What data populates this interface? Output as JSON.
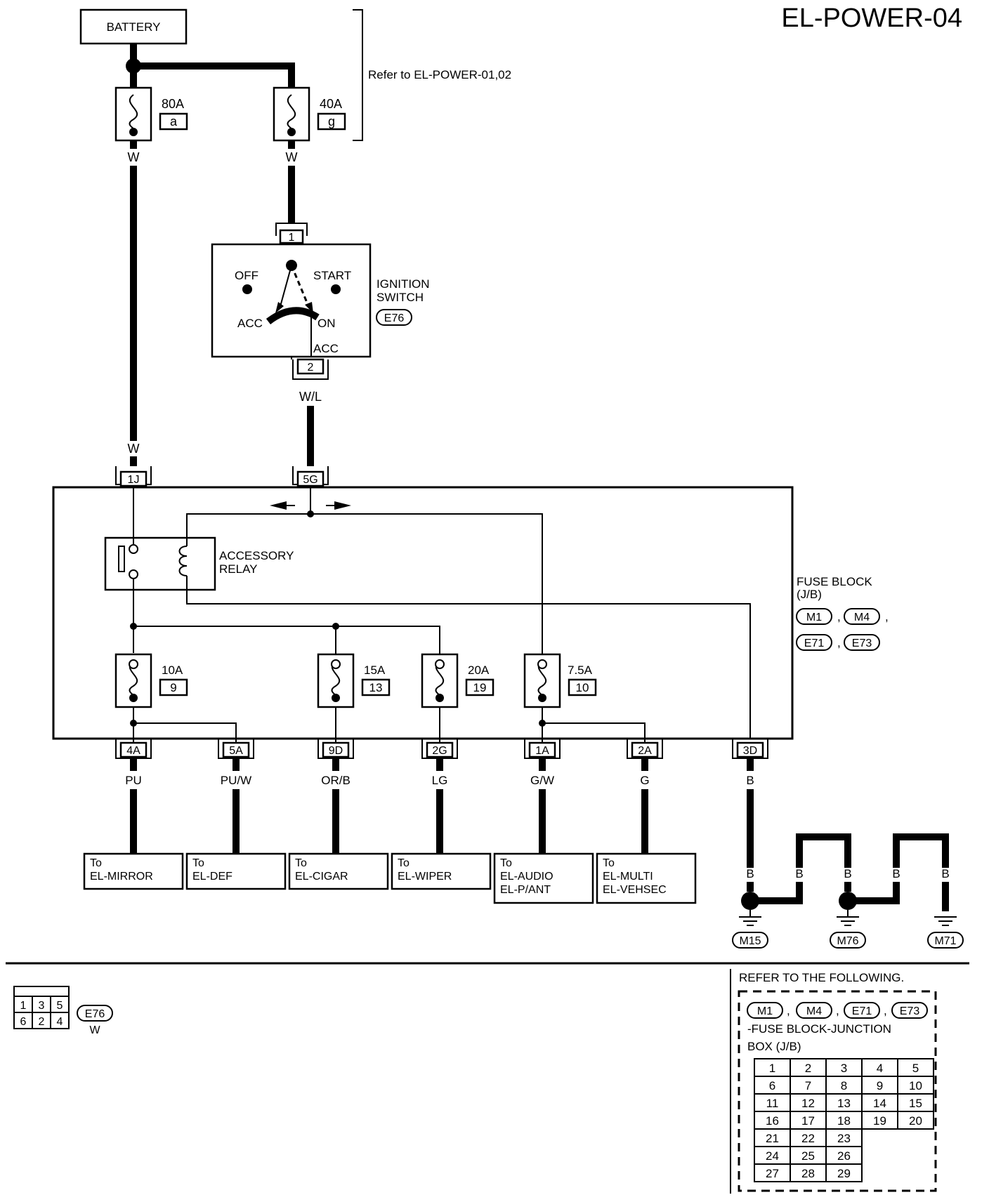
{
  "diagram_title": "EL-POWER-04",
  "battery": "BATTERY",
  "refer_note": "Refer to EL-POWER-01,02",
  "fusible_links": [
    {
      "rating": "80A",
      "id": "a",
      "wire": "W"
    },
    {
      "rating": "40A",
      "id": "g",
      "wire": "W"
    }
  ],
  "ignition": {
    "pin_in": "1",
    "pin_out": "2",
    "pos_off": "OFF",
    "pos_start": "START",
    "pos_acc": "ACC",
    "pos_on": "ON",
    "pos_acc_out": "ACC",
    "label_line1": "IGNITION",
    "label_line2": "SWITCH",
    "connector": "E76",
    "out_wire": "W/L"
  },
  "fuse_block": {
    "in_left_wire": "W",
    "in_left_pin": "1J",
    "in_right_pin": "5G",
    "label_line1": "FUSE BLOCK",
    "label_line2": "(J/B)",
    "connectors": [
      "M1",
      "M4",
      "E71",
      "E73"
    ],
    "relay_line1": "ACCESSORY",
    "relay_line2": "RELAY",
    "fuses": [
      {
        "rating": "10A",
        "num": "9"
      },
      {
        "rating": "15A",
        "num": "13"
      },
      {
        "rating": "20A",
        "num": "19"
      },
      {
        "rating": "7.5A",
        "num": "10"
      }
    ]
  },
  "outputs": [
    {
      "pin": "4A",
      "wire": "PU",
      "dest1": "To",
      "dest2": "EL-MIRROR",
      "dest3": ""
    },
    {
      "pin": "5A",
      "wire": "PU/W",
      "dest1": "To",
      "dest2": "EL-DEF",
      "dest3": ""
    },
    {
      "pin": "9D",
      "wire": "OR/B",
      "dest1": "To",
      "dest2": "EL-CIGAR",
      "dest3": ""
    },
    {
      "pin": "2G",
      "wire": "LG",
      "dest1": "To",
      "dest2": "EL-WIPER",
      "dest3": ""
    },
    {
      "pin": "1A",
      "wire": "G/W",
      "dest1": "To",
      "dest2": "EL-AUDIO",
      "dest3": "EL-P/ANT"
    },
    {
      "pin": "2A",
      "wire": "G",
      "dest1": "To",
      "dest2": "EL-MULTI",
      "dest3": "EL-VEHSEC"
    },
    {
      "pin": "3D",
      "wire": "B",
      "dest1": "",
      "dest2": "",
      "dest3": ""
    }
  ],
  "ground": {
    "wire": "B",
    "points": [
      "M15",
      "M76",
      "M71"
    ]
  },
  "connector_view": {
    "pins_top": [
      "1",
      "3",
      "5"
    ],
    "pins_bottom": [
      "6",
      "2",
      "4"
    ],
    "id": "E76",
    "color": "W"
  },
  "reference": {
    "heading": "REFER TO THE FOLLOWING.",
    "connectors": [
      "M1",
      "M4",
      "E71",
      "E73"
    ],
    "desc_line1": "-FUSE BLOCK-JUNCTION",
    "desc_line2": "BOX (J/B)",
    "grid": [
      [
        "1",
        "2",
        "3",
        "4",
        "5"
      ],
      [
        "6",
        "7",
        "8",
        "9",
        "10"
      ],
      [
        "11",
        "12",
        "13",
        "14",
        "15"
      ],
      [
        "16",
        "17",
        "18",
        "19",
        "20"
      ],
      [
        "21",
        "22",
        "23",
        "",
        ""
      ],
      [
        "24",
        "25",
        "26",
        "",
        ""
      ],
      [
        "27",
        "28",
        "29",
        "",
        ""
      ]
    ]
  }
}
